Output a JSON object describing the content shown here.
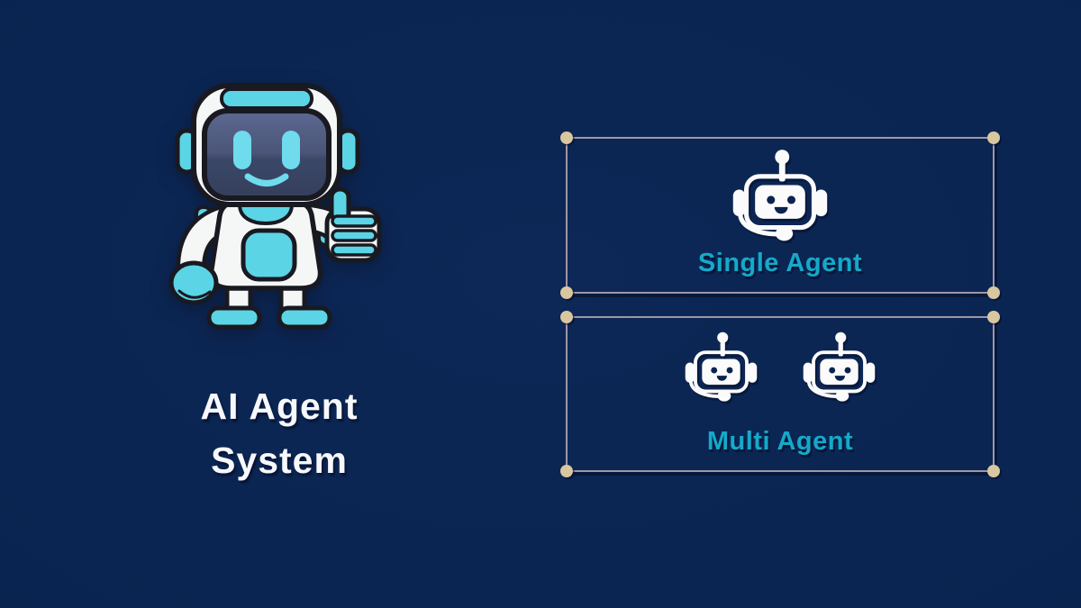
{
  "theme": {
    "background": "#0a2450",
    "frame_line": "#9e97a6",
    "corner_dot": "#d9c7a0",
    "label_teal": "#16a9c9",
    "title_white": "#f6f8fb",
    "icon_white": "#fbfbfb",
    "mascot_body_white": "#f5f7f6",
    "mascot_accent_cyan": "#5bd4e6",
    "mascot_outline": "#191921",
    "mascot_screen_top": "#5c6890",
    "mascot_screen_bottom": "#343f5c"
  },
  "left_panel": {
    "mascot_icon": "robot-thumbs-up-mascot",
    "title_line1": "AI Agent",
    "title_line2": "System"
  },
  "right_panel": {
    "boxes": [
      {
        "id": "single-agent",
        "label": "Single Agent",
        "agent_icon": "bot-head-icon",
        "agent_icon_count": 1
      },
      {
        "id": "multi-agent",
        "label": "Multi Agent",
        "agent_icon": "bot-head-icon",
        "agent_icon_count": 2
      }
    ]
  }
}
